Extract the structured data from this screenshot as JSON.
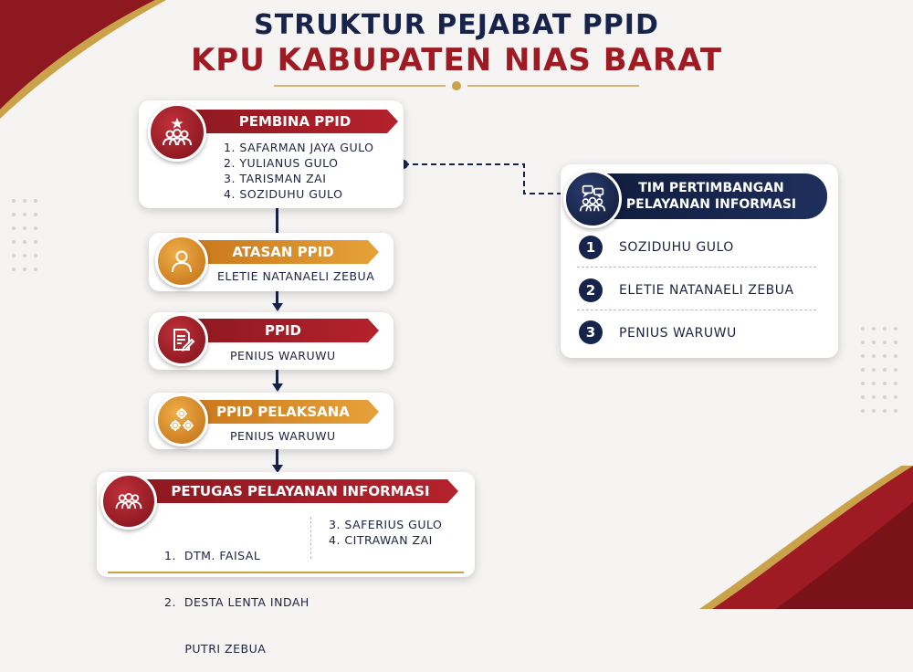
{
  "title": {
    "line1": "STRUKTUR PEJABAT PPID",
    "line2": "KPU KABUPATEN NIAS BARAT"
  },
  "pembina": {
    "label": "PEMBINA PPID",
    "members": [
      "1.  SAFARMAN JAYA GULO",
      "2.  YULIANUS GULO",
      "3.  TARISMAN ZAI",
      "4.  SOZIDUHU GULO"
    ],
    "icon": "group-star-icon"
  },
  "atasan": {
    "label": "ATASAN PPID",
    "name": "ELETIE NATANAELI ZEBUA",
    "icon": "user-icon"
  },
  "ppid": {
    "label": "PPID",
    "name": "PENIUS WARUWU",
    "icon": "document-pen-icon"
  },
  "pelaksana": {
    "label": "PPID PELAKSANA",
    "name": "PENIUS WARUWU",
    "icon": "gears-icon"
  },
  "petugas": {
    "label": "PETUGAS PELAYANAN INFORMASI",
    "col1": [
      "1.  DTM. FAISAL",
      "2.  DESTA LENTA INDAH",
      "     PUTRI ZEBUA"
    ],
    "col2": [
      "3.  SAFERIUS GULO",
      "4.  CITRAWAN ZAI"
    ],
    "icon": "group-icon"
  },
  "tim": {
    "label_line1": "TIM PERTIMBANGAN",
    "label_line2": "PELAYANAN INFORMASI",
    "icon": "group-chat-icon",
    "members": [
      {
        "num": "1",
        "name": "SOZIDUHU GULO"
      },
      {
        "num": "2",
        "name": "ELETIE NATANAELI ZEBUA"
      },
      {
        "num": "3",
        "name": "PENIUS WARUWU"
      }
    ]
  },
  "colors": {
    "navy": "#16234a",
    "red": "#9e1b24",
    "orange": "#d98c2a",
    "gold": "#c9a24a"
  }
}
